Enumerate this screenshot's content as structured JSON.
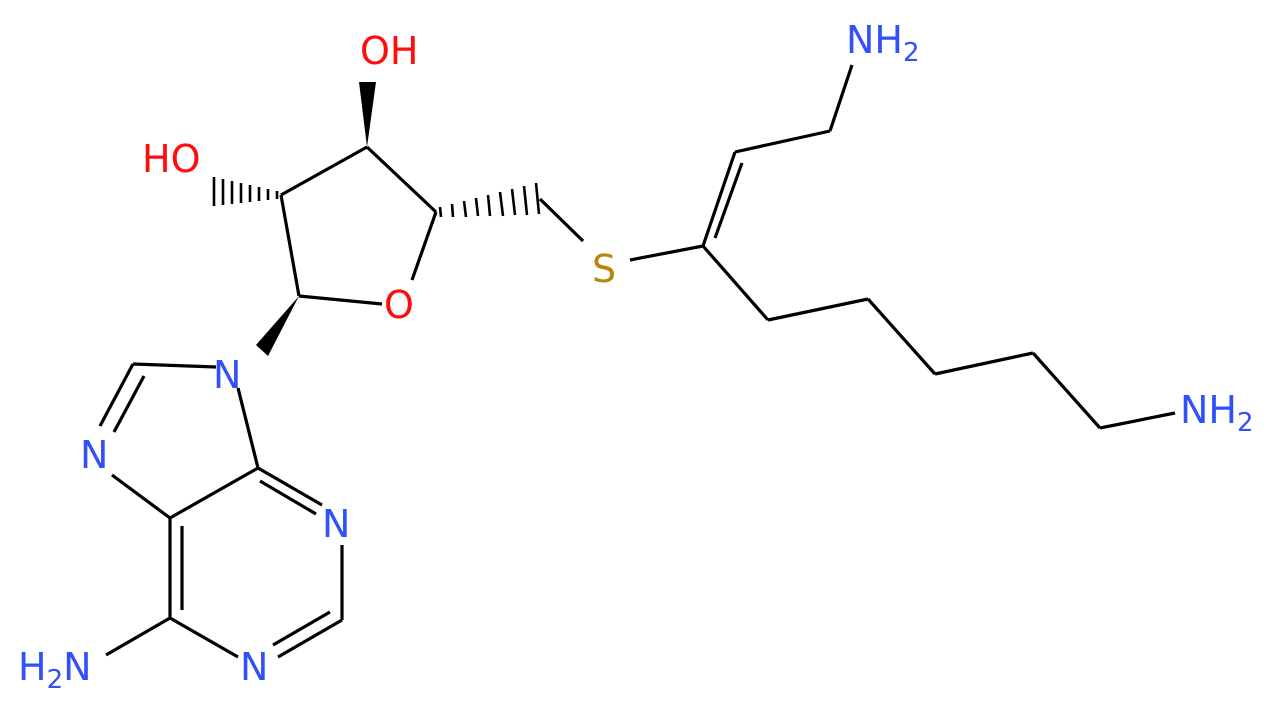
{
  "colors": {
    "bond": "#000000",
    "nitrogen": "#3050F8",
    "oxygen": "#FF0D0D",
    "sulfur": "#B8860B"
  },
  "atoms": {
    "oh_top": "OH",
    "oh_left": "HO",
    "o_ring": "O",
    "s": "S",
    "nh2_top": {
      "main": "NH",
      "sub": "2"
    },
    "nh2_right": {
      "main": "NH",
      "sub": "2"
    },
    "nh2_bottom": {
      "main": "H",
      "sub": "2",
      "tail": "N"
    },
    "n9": "N",
    "n7": "N",
    "n3": "N",
    "n1": "N"
  }
}
